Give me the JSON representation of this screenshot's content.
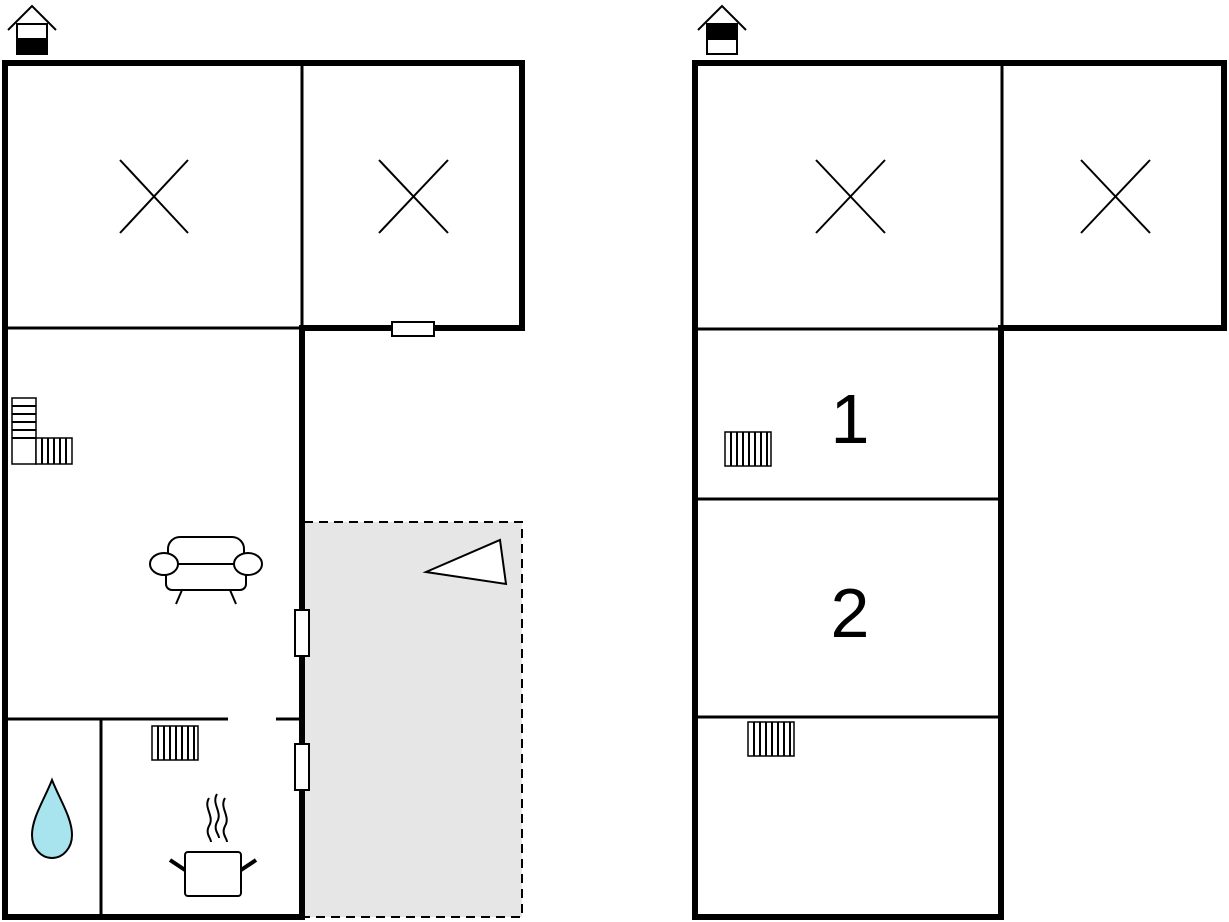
{
  "floors": [
    {
      "id": "ground",
      "level_icon": "house-ground-floor-icon",
      "room_labels": []
    },
    {
      "id": "upper",
      "level_icon": "house-upper-floor-icon",
      "room_labels": [
        "1",
        "2"
      ]
    }
  ],
  "colors": {
    "wall": "#000000",
    "terrace": "#e6e6e6",
    "water": "#a8e4ee"
  },
  "icons": [
    "stairs-icon",
    "sofa-icon",
    "radiator-icon",
    "water-drop-icon",
    "cooking-pot-icon",
    "terrace-triangle-icon",
    "no-access-x-icon"
  ]
}
